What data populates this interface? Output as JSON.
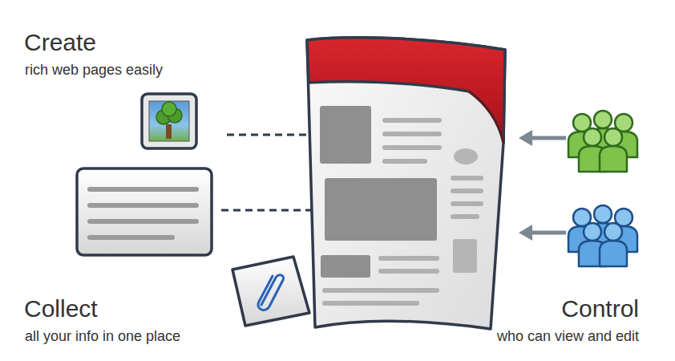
{
  "diagram": {
    "labels": [
      "Create",
      "rich web pages easily",
      "Collect",
      "all your info in one place",
      "Control",
      "who can view and edit"
    ]
  }
}
